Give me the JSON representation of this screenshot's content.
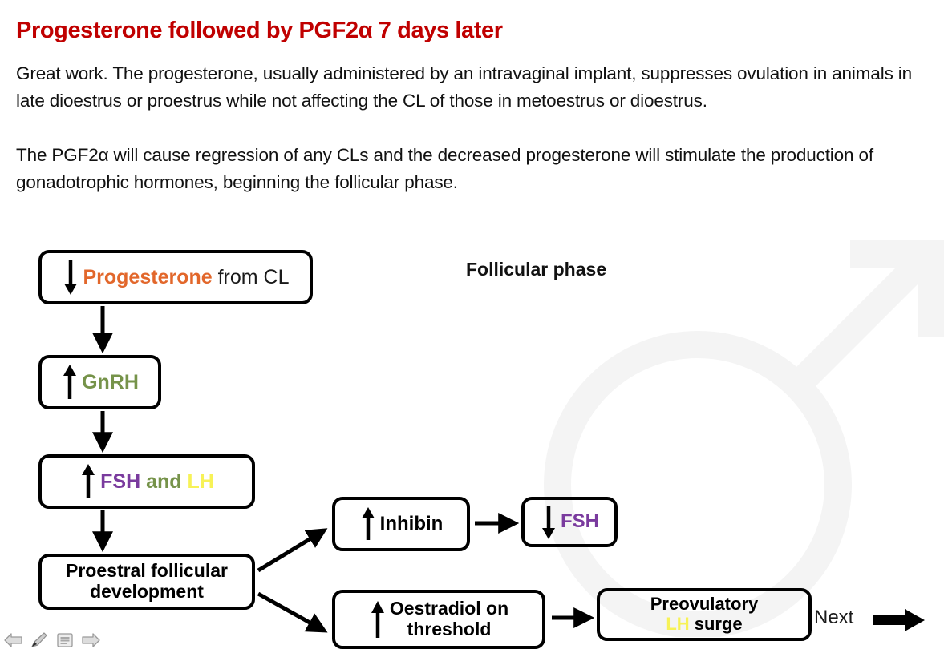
{
  "slide": {
    "title": "Progesterone followed by PGF2α 7 days later",
    "paragraphs": [
      "Great work. The progesterone, usually administered by an intravaginal implant, suppresses ovulation in animals in late dioestrus or proestrus while not affecting the CL of those in metoestrus or dioestrus.",
      "The PGF2α will cause regression of any CLs and the decreased progesterone will stimulate the production of gonadotrophic hormones, beginning the follicular phase."
    ]
  },
  "diagram": {
    "section_heading": "Follicular phase",
    "nodes": {
      "progesterone": {
        "change": "down",
        "label_colored": "Progesterone",
        "label_plain": " from CL"
      },
      "gnrh": {
        "change": "up",
        "label_colored": "GnRH"
      },
      "fsh_lh": {
        "change": "up",
        "part1": "FSH",
        "part2": " and ",
        "part3": "LH"
      },
      "proestral": {
        "line1": "Proestral follicular",
        "line2": "development"
      },
      "inhibin": {
        "change": "up",
        "label": "Inhibin"
      },
      "fsh_down": {
        "change": "down",
        "label": "FSH"
      },
      "oestradiol": {
        "change": "up",
        "line1": "Oestradiol on",
        "line2": "threshold"
      },
      "lh_surge": {
        "line1": "Preovulatory",
        "part_colored": "LH",
        "part_plain": " surge"
      }
    }
  },
  "navigation": {
    "next_label": "Next",
    "toolbar": [
      {
        "name": "previous-slide",
        "icon": "arrow-left-icon"
      },
      {
        "name": "pen-annotate",
        "icon": "pen-icon"
      },
      {
        "name": "notes-menu",
        "icon": "menu-icon"
      },
      {
        "name": "next-slide",
        "icon": "arrow-right-icon"
      }
    ]
  },
  "colors": {
    "title_red": "#C00000",
    "progesterone_orange": "#E2672B",
    "gnrh_green": "#76934A",
    "fsh_purple": "#7A3B9E",
    "lh_yellow": "#F7F257",
    "stroke_black": "#000000",
    "watermark_grey": "#F4F4F4"
  }
}
